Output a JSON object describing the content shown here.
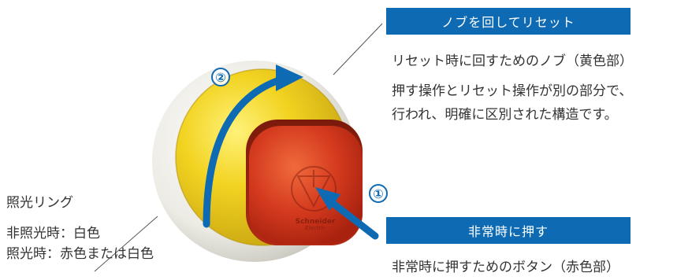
{
  "top_tag": {
    "label": "ノブを回してリセット"
  },
  "top_desc": {
    "line1": "リセット時に回すためのノブ（黄色部）",
    "line2": "押す操作とリセット操作が別の部分で、",
    "line3": "行われ、明確に区別された構造です。"
  },
  "bottom_tag": {
    "label": "非常時に押す"
  },
  "bottom_desc": {
    "line1": "非常時に押すためのボタン（赤色部）"
  },
  "ring_label": {
    "title": "照光リング",
    "line1": "非照光時：白色",
    "line2": "照光時：赤色または白色"
  },
  "markers": {
    "one": "①",
    "two": "②"
  },
  "button_brand": {
    "name": "Schneider",
    "sub": "Electric"
  },
  "colors": {
    "accent": "#0d6ab3",
    "knob": "#f2d321",
    "button": "#d43a1e",
    "ring": "#e8e6dc"
  }
}
